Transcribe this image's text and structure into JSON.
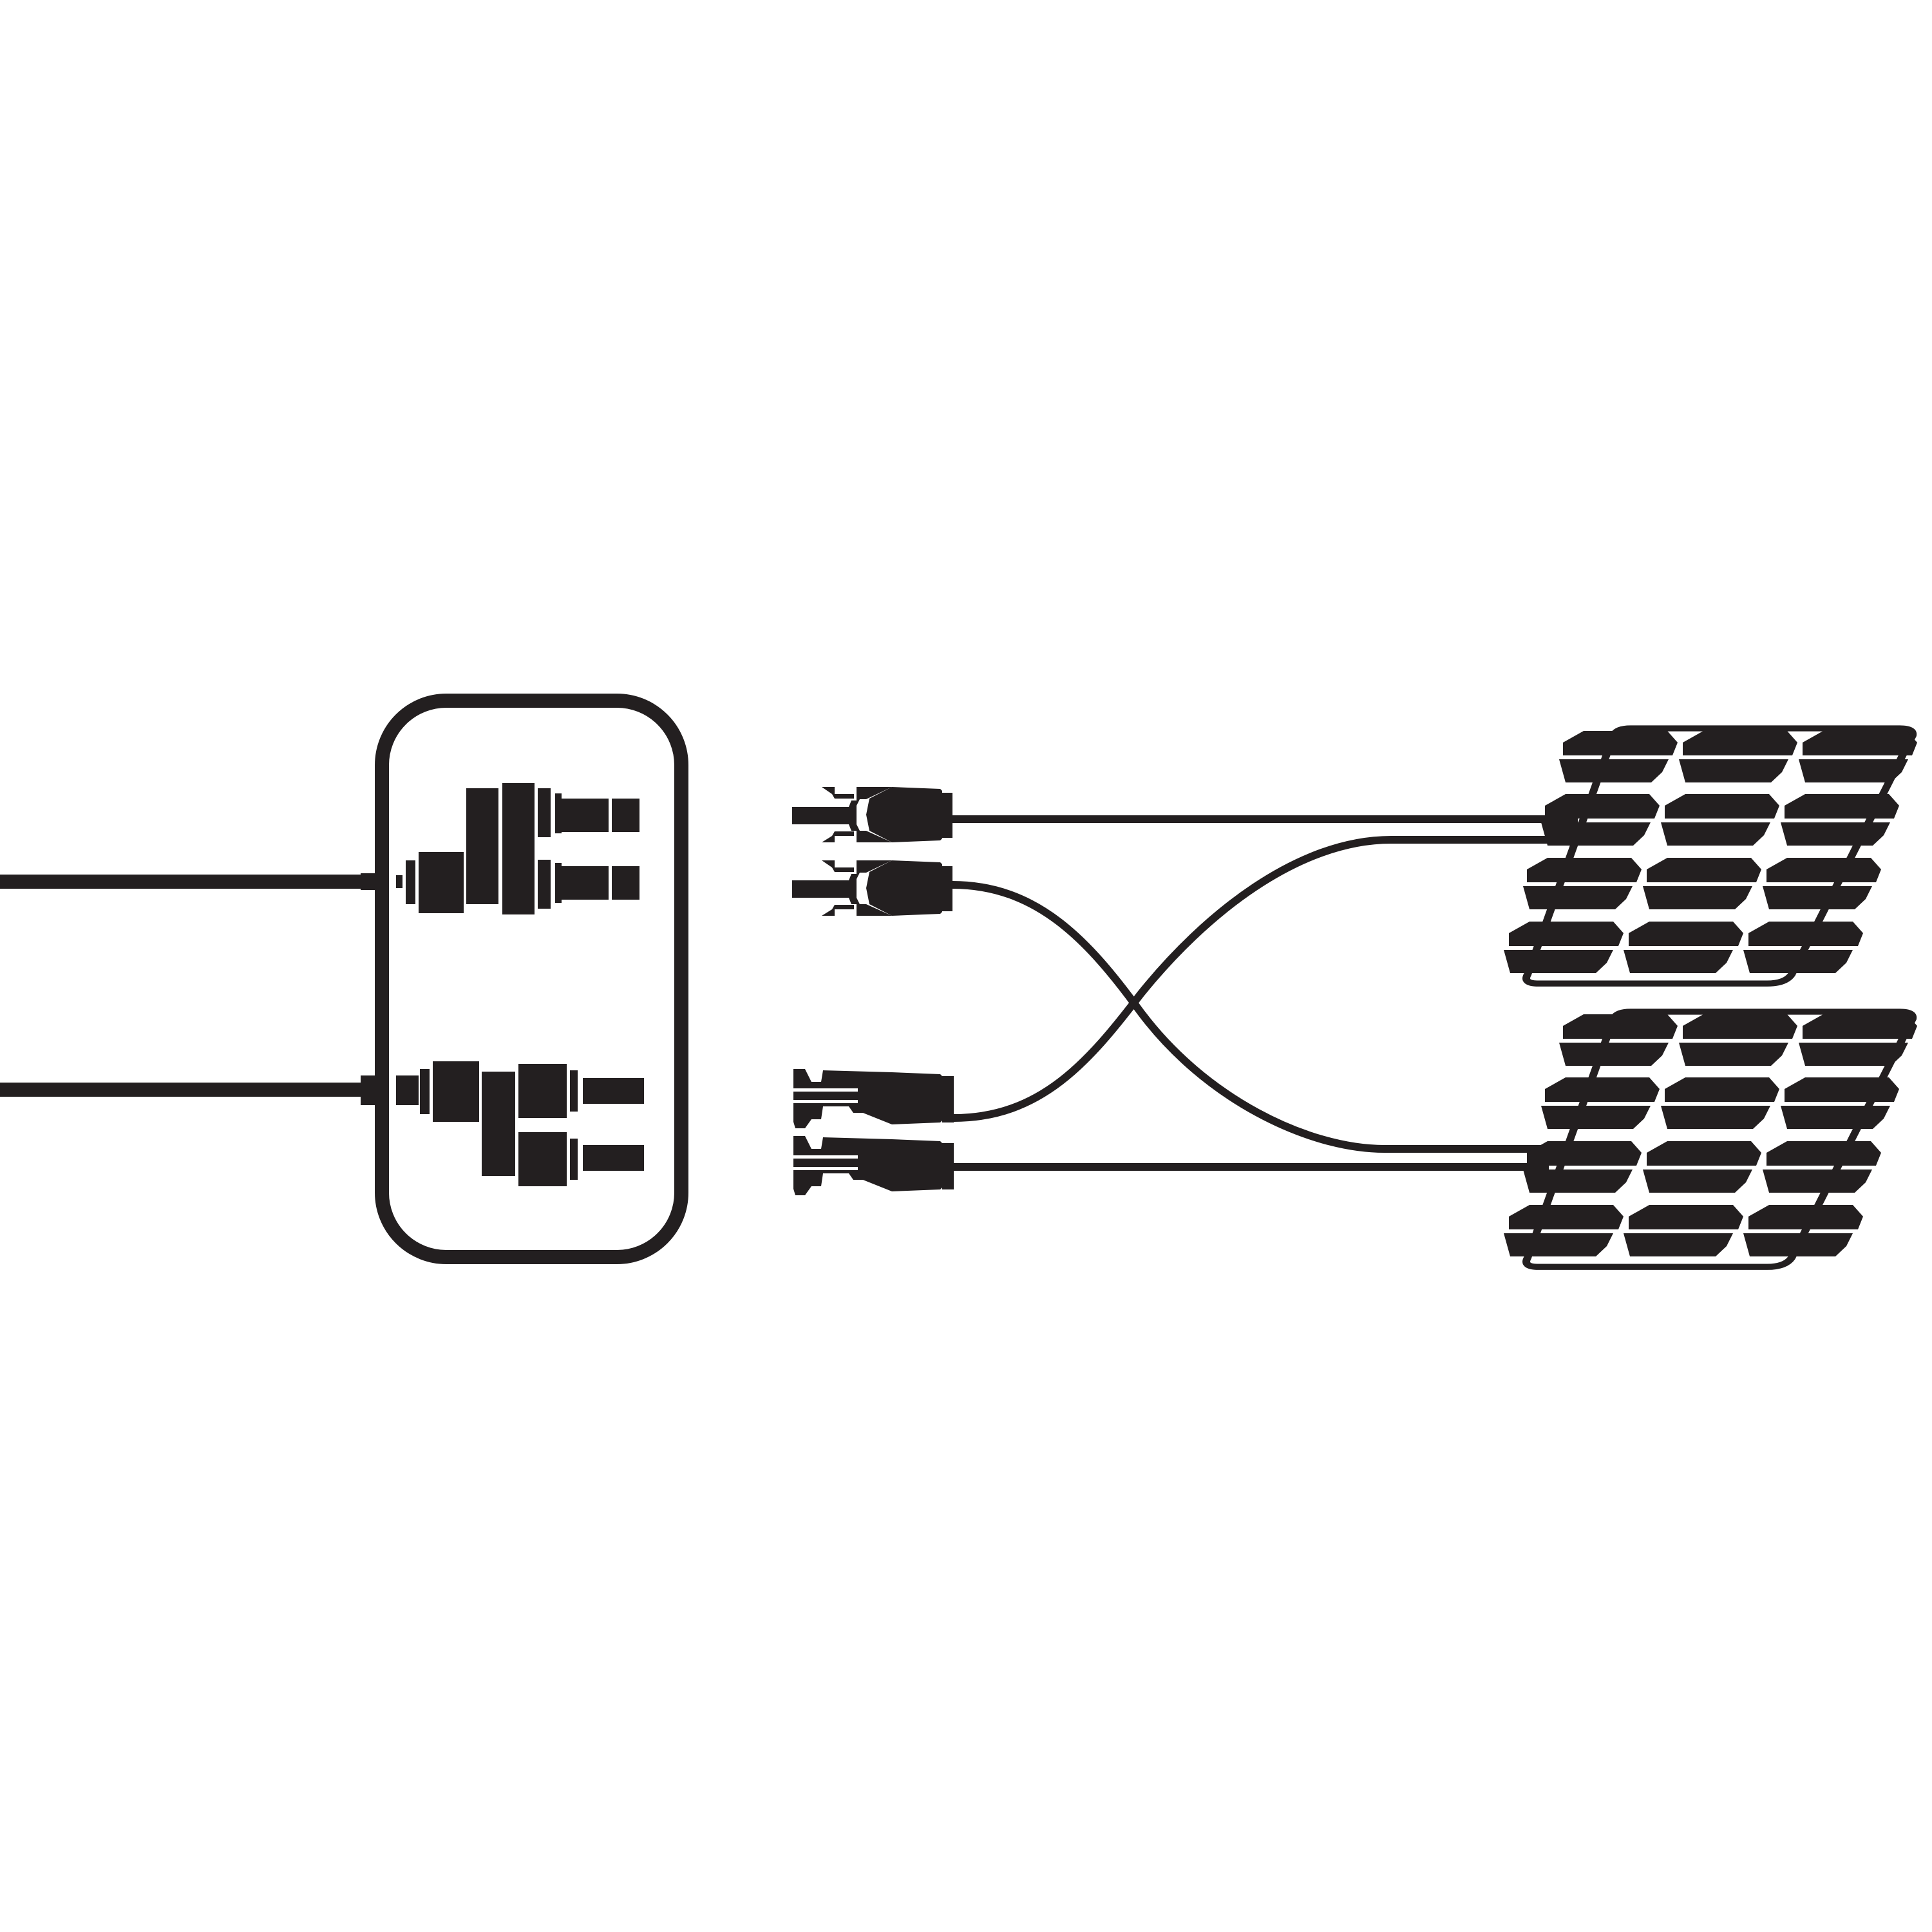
{
  "diagram": {
    "ink_color": "#231f20",
    "background_color": "#ffffff",
    "components": [
      "branch-connector-box",
      "male-connector-pair",
      "female-connector-pair",
      "solar-panel-top",
      "solar-panel-bottom",
      "crossing-cables"
    ]
  }
}
